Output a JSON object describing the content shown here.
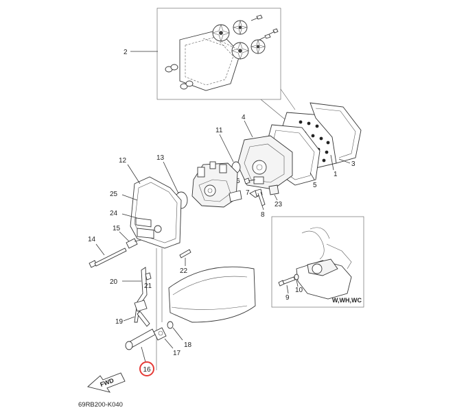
{
  "diagram": {
    "code": "69RB200-K040",
    "inset_label": "W,WH,WC",
    "fwd_label": "FWD",
    "highlight_label": "16",
    "callouts": {
      "c1": "1",
      "c2": "2",
      "c3": "3",
      "c4": "4",
      "c5": "5",
      "c6": "6",
      "c7": "7",
      "c8": "8",
      "c9": "9",
      "c10": "10",
      "c11": "11",
      "c12": "12",
      "c13": "13",
      "c14": "14",
      "c15": "15",
      "c17": "17",
      "c18": "18",
      "c19": "19",
      "c20": "20",
      "c21": "21",
      "c22": "22",
      "c23": "23",
      "c24": "24",
      "c25": "25"
    }
  }
}
